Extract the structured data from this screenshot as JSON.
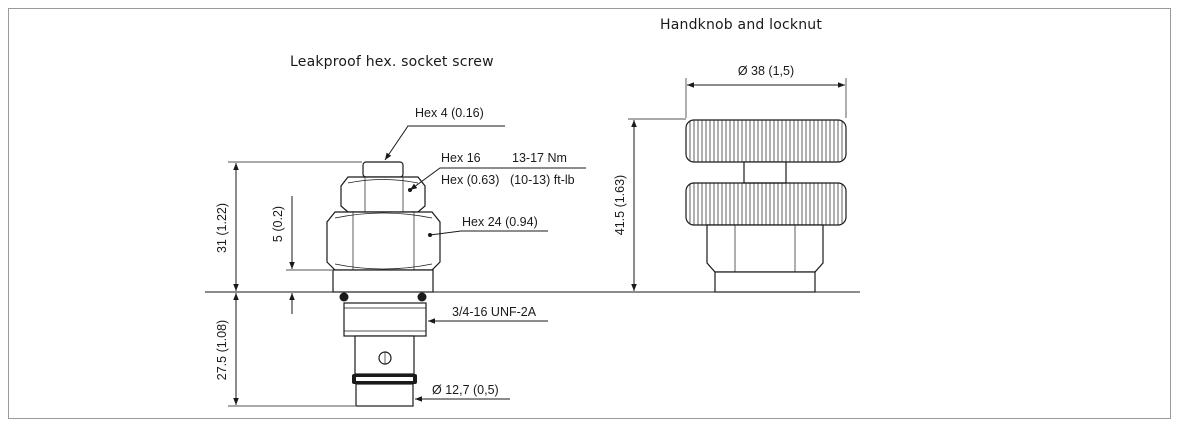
{
  "titles": {
    "left": "Leakproof hex. socket screw",
    "right": "Handknob and locknut"
  },
  "labels": {
    "hex4": "Hex 4 (0.16)",
    "hex16": "Hex 16",
    "hex16_in": "Hex (0.63)",
    "torque_nm": "13-17 Nm",
    "torque_ftlb": "(10-13) ft-lb",
    "hex24": "Hex 24 (0.94)",
    "thread": "3/4-16 UNF-2A",
    "dia_bottom": "Ø 12,7 (0,5)",
    "dia_knob": "Ø 38 (1,5)"
  },
  "dimensions": {
    "dim_31": "31 (1.22)",
    "dim_5": "5 (0.2)",
    "dim_27_5": "27.5 (1.08)",
    "dim_41_5": "41.5 (1.63)"
  }
}
